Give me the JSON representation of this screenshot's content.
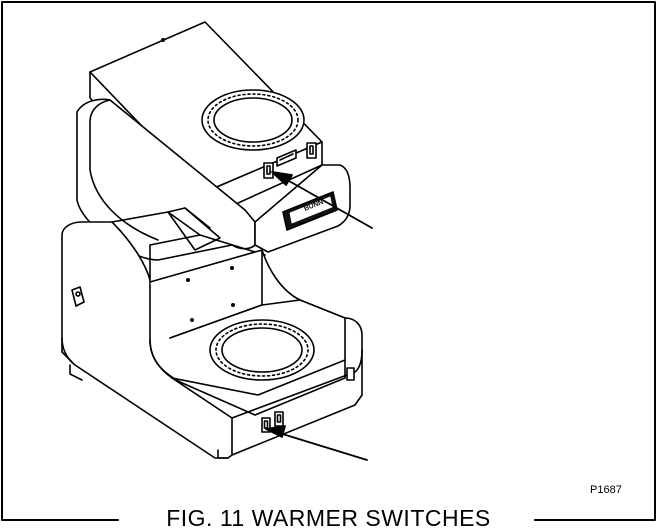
{
  "figure": {
    "code": "P1687",
    "caption": "FIG. 11 WARMER SWITCHES",
    "badge_text": "BUNN"
  },
  "colors": {
    "line": "#000000",
    "background": "#ffffff",
    "badge": "#111111"
  }
}
